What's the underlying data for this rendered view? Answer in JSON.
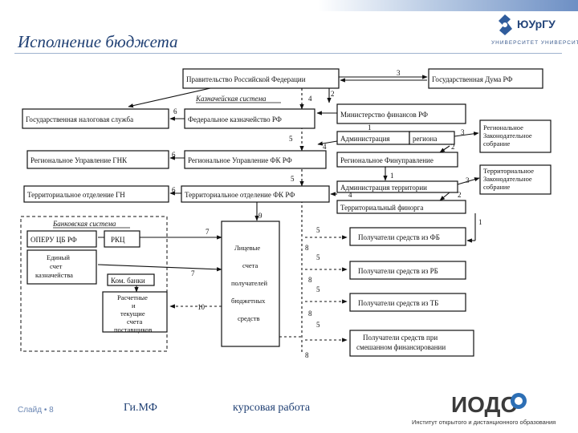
{
  "slide": {
    "title": "Исполнение бюджета",
    "footer_slide": "Слайд • 8",
    "footer_author": "Ги.МФ",
    "footer_work": "курсовая работа",
    "institute": "Институт открытого и дистанционного образования"
  },
  "logo": {
    "name": "ЮУрГУ",
    "subtitle": "УНИВЕРСИТЕТ     УНИВЕРСИТЕТ",
    "iodo": "ИОДО"
  },
  "diagram": {
    "boxes": {
      "government": "Правительство Российской Федерации",
      "duma": "Государственная Дума РФ",
      "minfin": "Министерство финансов РФ",
      "tax_service": "Государственная налоговая служба",
      "fed_treasury": "Федеральное казначейство РФ",
      "admin": "Администрация",
      "region": "региона",
      "regional_leg": "Региональное Законодательное собрание",
      "regional_gnk": "Региональное Управление ГНК",
      "regional_fk": "Региональное Управление ФК РФ",
      "regional_fin": "Региональное Финуправление",
      "territorial_leg": "Территориальное Законодательное собрание",
      "territorial_gn": "Территориальное отделение ГН",
      "territorial_fk": "Территориальное отделение ФК РФ",
      "admin_territory": "Администрация территории",
      "territorial_fin": "Территориальный финорга",
      "opery": "ОПЕРУ ЦБ РФ",
      "rkc": "РКЦ",
      "single_account": "Единый счет казначейства",
      "com_banks": "Ком. банки",
      "settlement": "Расчетные и текущие счета поставщиков",
      "personal_accounts": "Лицевые счета получателей бюджетных средств",
      "recipients_fb": "Получатели средств из ФБ",
      "recipients_rb": "Получатели средств из РБ",
      "recipients_tb": "Получатели средств из ТБ",
      "recipients_mixed": "Получатели средств при смешанном финансировании"
    },
    "labels": {
      "treasury_system": "Казначейская система",
      "bank_system": "Банковская система"
    }
  }
}
